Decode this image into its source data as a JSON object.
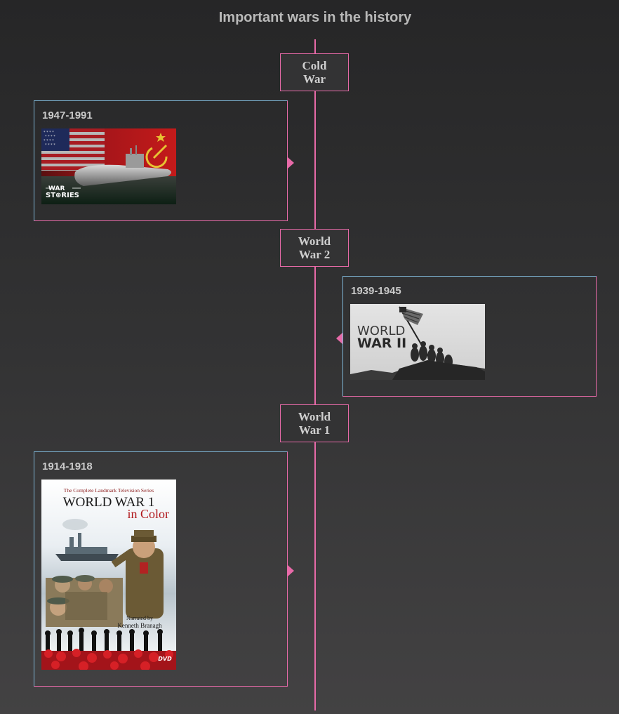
{
  "page": {
    "title": "Important wars in the history"
  },
  "timeline": [
    {
      "era": "Cold War",
      "era_lines": [
        "Cold",
        "War"
      ],
      "dates": "1947-1991",
      "image_caption": "WAR STORIES",
      "image_caption_lines": [
        "WAR",
        "ST⊕RIES"
      ]
    },
    {
      "era": "World War 2",
      "era_lines": [
        "World",
        "War 2"
      ],
      "dates": "1939-1945",
      "image_caption": "WORLD WAR II",
      "image_caption_lines": [
        "WORLD",
        "WAR II"
      ]
    },
    {
      "era": "World War 1",
      "era_lines": [
        "World",
        "War 1"
      ],
      "dates": "1914-1918",
      "image_caption_top": "The Complete Landmark Television Series",
      "image_caption_title": "WORLD WAR 1",
      "image_caption_sub": "in Color",
      "image_caption_narrated": "Narrated by",
      "image_caption_narrator": "Kenneth Branagh",
      "image_caption_dvd": "DVD"
    }
  ],
  "colors": {
    "accent": "#e76aa8",
    "card_border_alt": "#7fb6d6",
    "text": "#c9c9c9"
  },
  "icons": [
    "hammer-sickle-icon",
    "flag-icon"
  ]
}
